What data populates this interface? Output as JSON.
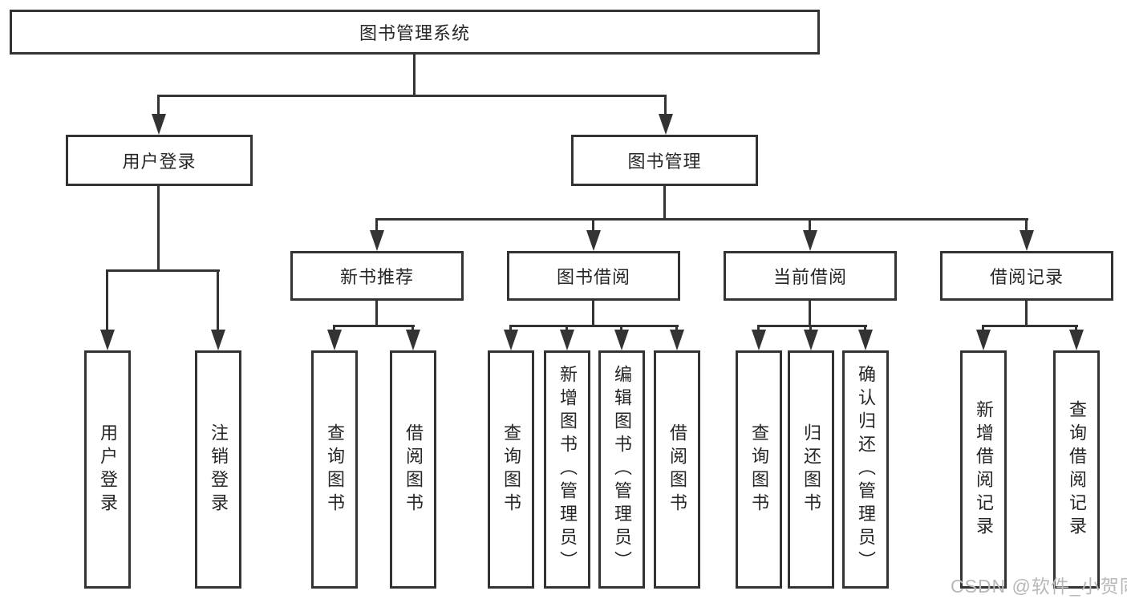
{
  "diagram": {
    "root": {
      "label": "图书管理系统"
    },
    "user_branch": {
      "label": "用户登录",
      "children": [
        {
          "label": "用户登录"
        },
        {
          "label": "注销登录"
        }
      ]
    },
    "mgmt_branch": {
      "label": "图书管理",
      "sections": [
        {
          "label": "新书推荐",
          "children": [
            {
              "label": "查询图书"
            },
            {
              "label": "借阅图书"
            }
          ]
        },
        {
          "label": "图书借阅",
          "children": [
            {
              "label": "查询图书"
            },
            {
              "label": "新增图书（管理员）"
            },
            {
              "label": "编辑图书（管理员）"
            },
            {
              "label": "借阅图书"
            }
          ]
        },
        {
          "label": "当前借阅",
          "children": [
            {
              "label": "查询图书"
            },
            {
              "label": "归还图书"
            },
            {
              "label": "确认归还（管理员）"
            }
          ]
        },
        {
          "label": "借阅记录",
          "children": [
            {
              "label": "新增借阅记录"
            },
            {
              "label": "查询借阅记录"
            }
          ]
        }
      ]
    }
  },
  "watermark": {
    "text": "CSDN @软件_小贺同学",
    "color": "#b8b8b8"
  },
  "colors": {
    "line": "#333333",
    "box_border": "#333333",
    "text": "#262626",
    "background": "#ffffff"
  }
}
